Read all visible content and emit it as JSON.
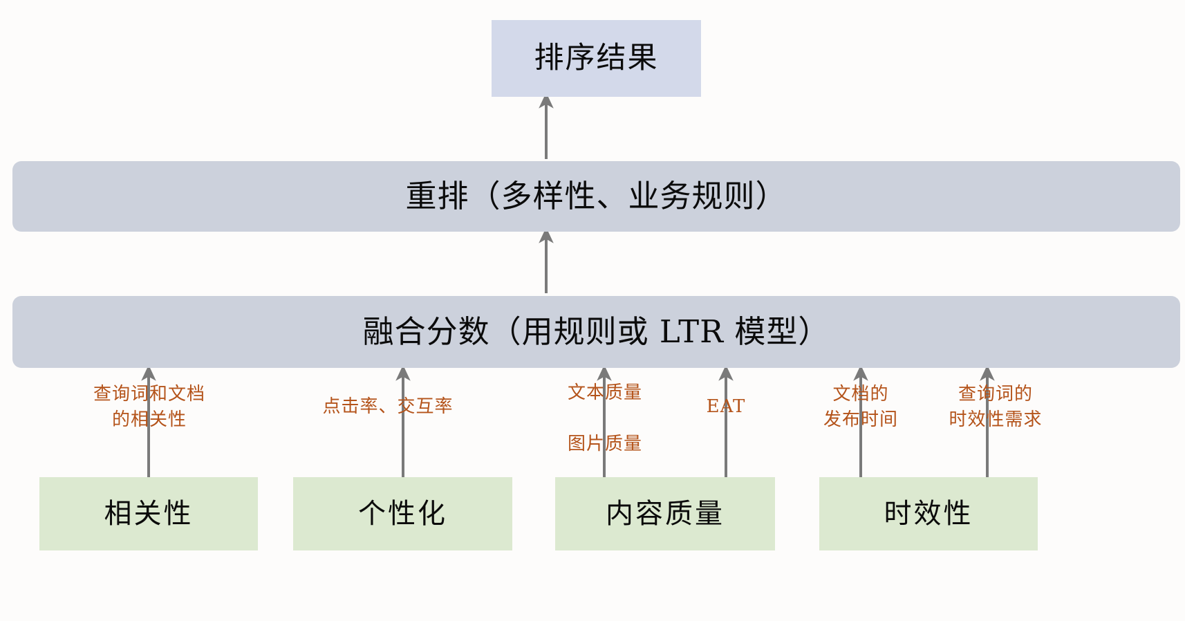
{
  "diagram": {
    "title_node": {
      "label": "排序结果",
      "color": "#d3d9ea"
    },
    "stages": [
      {
        "label": "重排（多样性、业务规则）",
        "color": "#ccd1dc"
      },
      {
        "label": "融合分数（用规则或 LTR 模型）",
        "color": "#ccd1dc"
      }
    ],
    "signals": [
      {
        "label": "相关性",
        "color": "#dce9d0"
      },
      {
        "label": "个性化",
        "color": "#dce9d0"
      },
      {
        "label": "内容质量",
        "color": "#dce9d0"
      },
      {
        "label": "时效性",
        "color": "#dce9d0"
      }
    ],
    "annotations": [
      {
        "text": "查询词和文档\n的相关性",
        "color": "#b4531a"
      },
      {
        "text": "点击率、交互率",
        "color": "#b4531a"
      },
      {
        "text": "文本质量\n\n图片质量",
        "color": "#b4531a"
      },
      {
        "text": "EAT",
        "color": "#b4531a"
      },
      {
        "text": "文档的\n发布时间",
        "color": "#b4531a"
      },
      {
        "text": "查询词的\n时效性需求",
        "color": "#b4531a"
      }
    ],
    "arrow_color": "#7a7a7a",
    "background": "#fdfcfb"
  }
}
